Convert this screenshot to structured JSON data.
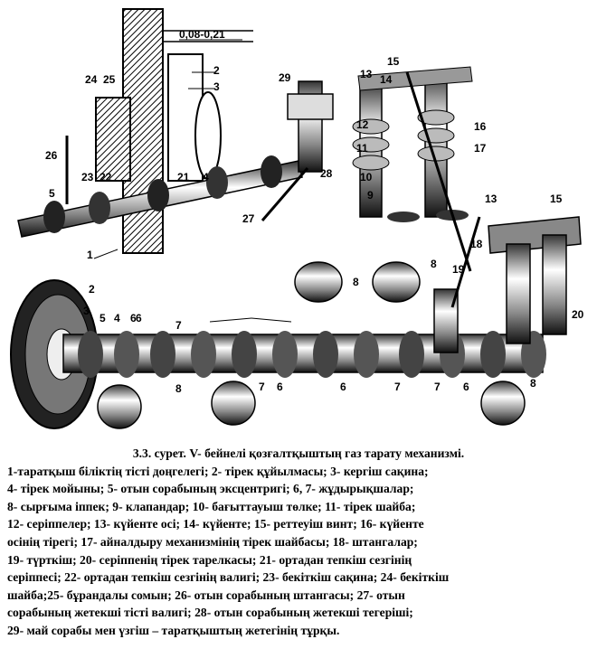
{
  "figure": {
    "dimension": "0,08-0,21",
    "labels": [
      "29",
      "13",
      "15",
      "14",
      "12",
      "16",
      "11",
      "17",
      "10",
      "9",
      "13",
      "15",
      "18",
      "19",
      "20",
      "8",
      "8",
      "8",
      "8",
      "24",
      "25",
      "26",
      "23",
      "22",
      "21",
      "4",
      "5",
      "27",
      "28",
      "1",
      "2",
      "3",
      "4",
      "5",
      "6",
      "7",
      "7",
      "6",
      "6",
      "7",
      "6",
      "7",
      "6",
      "2",
      "3"
    ]
  },
  "caption": {
    "title": "3.3. сурет.  V- бейнелі қозғалтқыштың газ тарату  механизмі.",
    "lines": [
      " 1-таратқыш  біліктің тісті доңгелегі; 2- тірек құйылмасы; 3- кергіш сақина;",
      "4- тірек мойыны; 5- отын сорабының эксцентригі; 6, 7- жұдырықшалар;",
      "8- сырғыма іппек; 9- клапандар;  10- бағыттауыш  төлке; 11- тірек шайба;",
      "12- серіппелер; 13- күйенте осі; 14- күйенте; 15- реттеуіш винт;  16- күйенте",
      "осінің тірегі; 17- айналдыру механизмінің тірек шайбасы;  18- штангалар;",
      "19- түрткіш;  20- серіппенің тірек тарелкасы;  21- ортадан тепкіш сезгінің",
      "серіппесі; 22- ортадан тепкіш сезгінің валигі; 23- бекіткіш сақина; 24- бекіткіш",
      "шайба;25- бұрандалы сомын; 26- отын сорабының штангасы;  27- отын",
      "сорабының жетекші тісті валигі; 28- отын сорабының жетекші тегеріші;",
      "29- май сорабы мен үзгіш – таратқыштың  жетегінің тұрқы."
    ]
  }
}
